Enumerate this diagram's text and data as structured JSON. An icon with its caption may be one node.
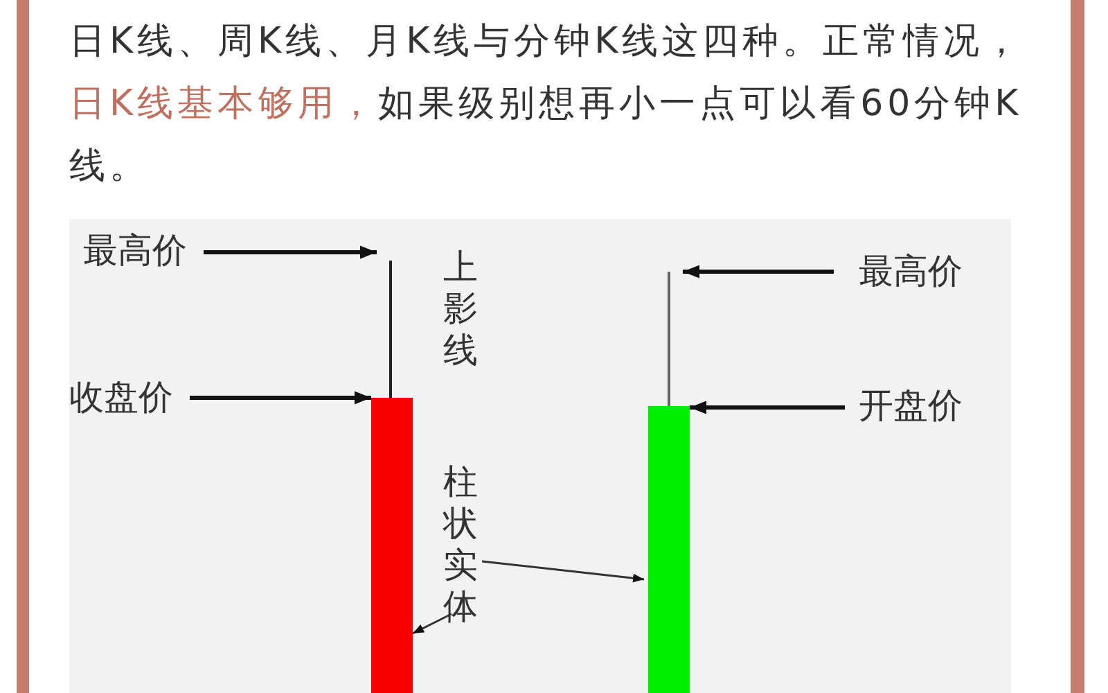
{
  "diagram": {
    "nodes": [
      {
        "text": [
          "最高价"
        ]
      },
      {
        "text": [
          "收盘价"
        ]
      },
      {
        "text": [
          "柱状实体"
        ]
      },
      {
        "text": [
          "最高价"
        ]
      },
      {
        "text": [
          "开盘价"
        ]
      },
      {
        "text": [],
        "shape": "line"
      },
      {
        "text": [],
        "shape": "bar"
      },
      {
        "text": [],
        "shape": "line"
      },
      {
        "text": [],
        "shape": "bar"
      }
    ],
    "edges": [
      {
        "from": 0,
        "to": 5,
        "arrow": "to"
      },
      {
        "from": 1,
        "to": 6,
        "arrow": "to"
      },
      {
        "from": 3,
        "to": 7,
        "arrow": "to"
      },
      {
        "from": 4,
        "to": 8,
        "arrow": "to"
      },
      {
        "from": 2,
        "to": 8,
        "arrow": "to"
      },
      {
        "from": 2,
        "to": 6,
        "arrow": "to"
      }
    ],
    "labels": [
      "日K线、周K线、月K线与分钟K线这四种。正常情况，**日K线基本够用，**如果级别想再小一点可以看60分钟K线。",
      "上影线"
    ]
  }
}
